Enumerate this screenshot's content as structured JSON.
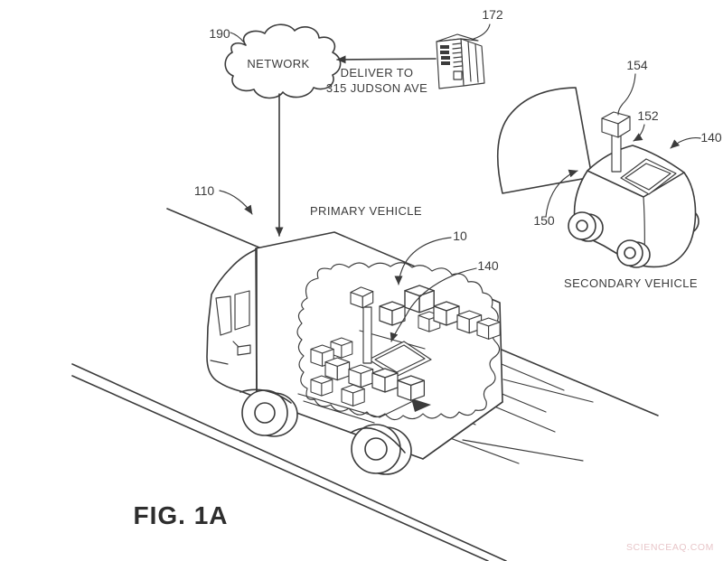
{
  "figure": {
    "title": "FIG. 1A",
    "watermark": "SCIENCEAQ.COM"
  },
  "network": {
    "ref": "190",
    "label": "NETWORK"
  },
  "server": {
    "ref": "172",
    "delivery_line1": "DELIVER TO",
    "delivery_line2": "315 JUDSON AVE"
  },
  "primary_vehicle": {
    "ref": "110",
    "label": "PRIMARY VEHICLE",
    "packages_ref": "10",
    "onboard_robot_ref": "140"
  },
  "secondary_vehicle": {
    "ref": "140",
    "label": "SECONDARY VEHICLE",
    "sensor_mast_ref": "154",
    "lid_ref": "152",
    "storage_ref": "150"
  },
  "colors": {
    "line": "#3b3b3b",
    "background": "#ffffff",
    "watermark": "#e8c6c9"
  }
}
